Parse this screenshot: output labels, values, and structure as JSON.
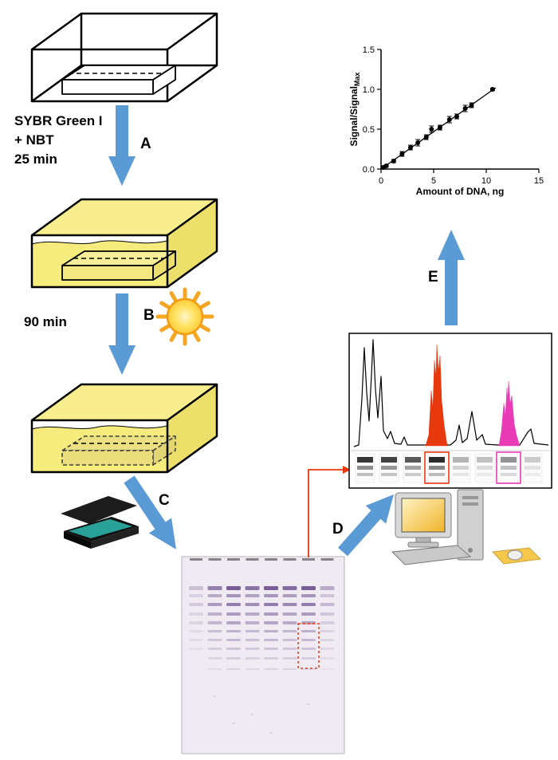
{
  "figure": {
    "labels": {
      "reagent_line1": "SYBR Green I",
      "reagent_line2": "+ NBT",
      "reagent_line3": "25 min",
      "incubation_time": "90 min",
      "step_a": "A",
      "step_b": "B",
      "step_c": "C",
      "step_d": "D",
      "step_e": "E"
    },
    "colors": {
      "arrow_blue": "#5B9BD5",
      "liquid_yellow": "#F6EC7E",
      "highlight_red": "#E8380D",
      "highlight_magenta": "#E83BB5",
      "band_purple": "#6B4E8E",
      "sun_orange": "#F5A623"
    }
  },
  "chart_data": {
    "type": "scatter",
    "title": "",
    "xlabel": "Amount of DNA, ng",
    "ylabel": "Signal/SignalMax",
    "ylabel_main": "Signal/Signal",
    "ylabel_sub": "Max",
    "xlim": [
      0,
      15
    ],
    "ylim": [
      0,
      1.5
    ],
    "xticks": [
      0,
      5,
      10,
      15
    ],
    "xtick_labels": [
      "0",
      "5",
      "10",
      "15"
    ],
    "yticks": [
      0,
      0.5,
      1,
      1.5
    ],
    "ytick_labels": [
      "0.0",
      "0.5",
      "1.0",
      "1.5"
    ],
    "grid": false,
    "legend": null,
    "points": [
      {
        "x": 0.2,
        "y": 0.02,
        "err": 0.01
      },
      {
        "x": 0.5,
        "y": 0.04,
        "err": 0.015
      },
      {
        "x": 1.2,
        "y": 0.1,
        "err": 0.02
      },
      {
        "x": 2.0,
        "y": 0.19,
        "err": 0.03
      },
      {
        "x": 2.8,
        "y": 0.27,
        "err": 0.03
      },
      {
        "x": 3.5,
        "y": 0.33,
        "err": 0.04
      },
      {
        "x": 4.3,
        "y": 0.4,
        "err": 0.03
      },
      {
        "x": 4.8,
        "y": 0.5,
        "err": 0.04
      },
      {
        "x": 5.6,
        "y": 0.52,
        "err": 0.03
      },
      {
        "x": 6.5,
        "y": 0.62,
        "err": 0.04
      },
      {
        "x": 7.2,
        "y": 0.66,
        "err": 0.03
      },
      {
        "x": 8.0,
        "y": 0.76,
        "err": 0.04
      },
      {
        "x": 8.6,
        "y": 0.8,
        "err": 0.03
      },
      {
        "x": 10.6,
        "y": 1.0,
        "err": 0.015
      }
    ],
    "trendline": {
      "x0": 0,
      "y0": 0,
      "x1": 10.9,
      "y1": 1.02
    }
  }
}
